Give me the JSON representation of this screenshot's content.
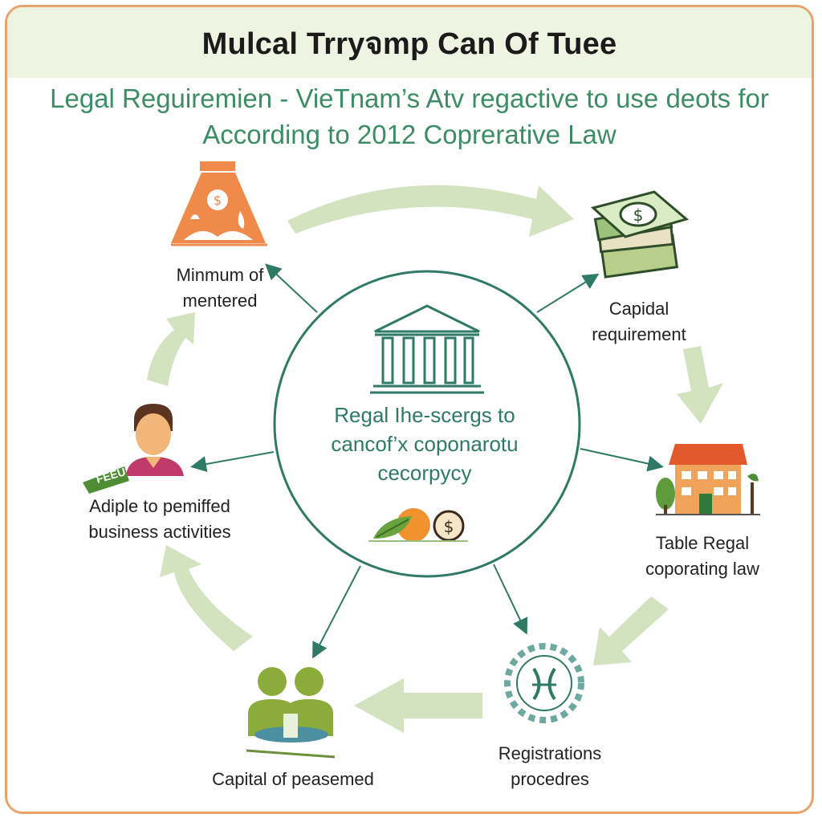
{
  "title": "Mulcal Trryจmp Can Of Tuee",
  "subtitle_line1": "Legal Reguiremien - VieTnam’s Atv regactive to use deots for",
  "subtitle_line2": "According to 2012 Coprerative Law",
  "center": {
    "line1": "Regal Ihe-scergs to",
    "line2": "cancof’x coponarotu",
    "line3": "cecorpycy"
  },
  "nodes": {
    "minimum": {
      "line1": "Minmum of",
      "line2": "mentered",
      "icon": "money-bag-icon"
    },
    "capital_requirement": {
      "line1": "Capidal",
      "line2": "requirement",
      "icon": "cash-stack-icon"
    },
    "table_regal": {
      "line1": "Table Regal",
      "line2": "coporating law",
      "icon": "building-icon"
    },
    "registrations": {
      "line1": "Registrations",
      "line2": "procedres",
      "icon": "gear-icon"
    },
    "capital_peasemed": {
      "line1": "Capital of peasemed",
      "icon": "people-icon"
    },
    "adiple": {
      "line1": "Adiple to pemiffed",
      "line2": "business activities",
      "icon": "person-icon",
      "tag": "FEEU"
    }
  },
  "colors": {
    "title_bg": "#eef4e1",
    "frame": "#e8a36b",
    "subtitle": "#3c8d67",
    "arrow_light": "#d3e3c0",
    "accent_green": "#2f7a66",
    "orange": "#f08a4b"
  }
}
